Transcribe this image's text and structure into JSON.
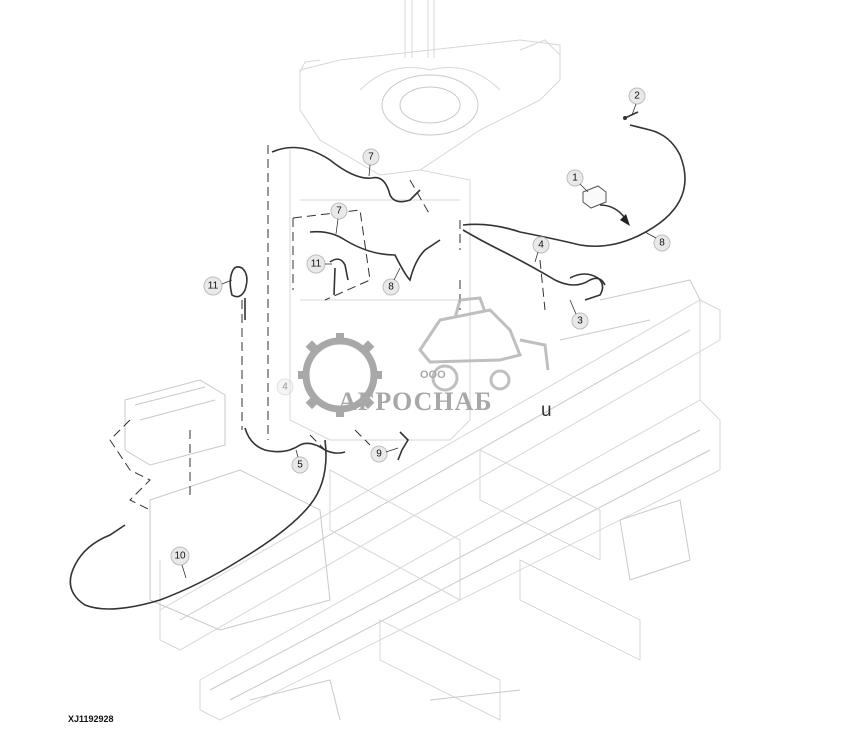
{
  "reference_code": "XJ1192928",
  "callouts": [
    {
      "id": "c1",
      "label": "1"
    },
    {
      "id": "c2",
      "label": "2"
    },
    {
      "id": "c3",
      "label": "3"
    },
    {
      "id": "c4a",
      "label": "4"
    },
    {
      "id": "c4b",
      "label": "4"
    },
    {
      "id": "c5",
      "label": "5"
    },
    {
      "id": "c7a",
      "label": "7"
    },
    {
      "id": "c7b",
      "label": "7"
    },
    {
      "id": "c8a",
      "label": "8"
    },
    {
      "id": "c8b",
      "label": "8"
    },
    {
      "id": "c9",
      "label": "9"
    },
    {
      "id": "c10",
      "label": "10"
    },
    {
      "id": "c11a",
      "label": "11"
    },
    {
      "id": "c11b",
      "label": "11"
    }
  ],
  "watermark": {
    "company_prefix": "ООО",
    "company_name": "АГРОСНАБ",
    "suffix": "u"
  }
}
